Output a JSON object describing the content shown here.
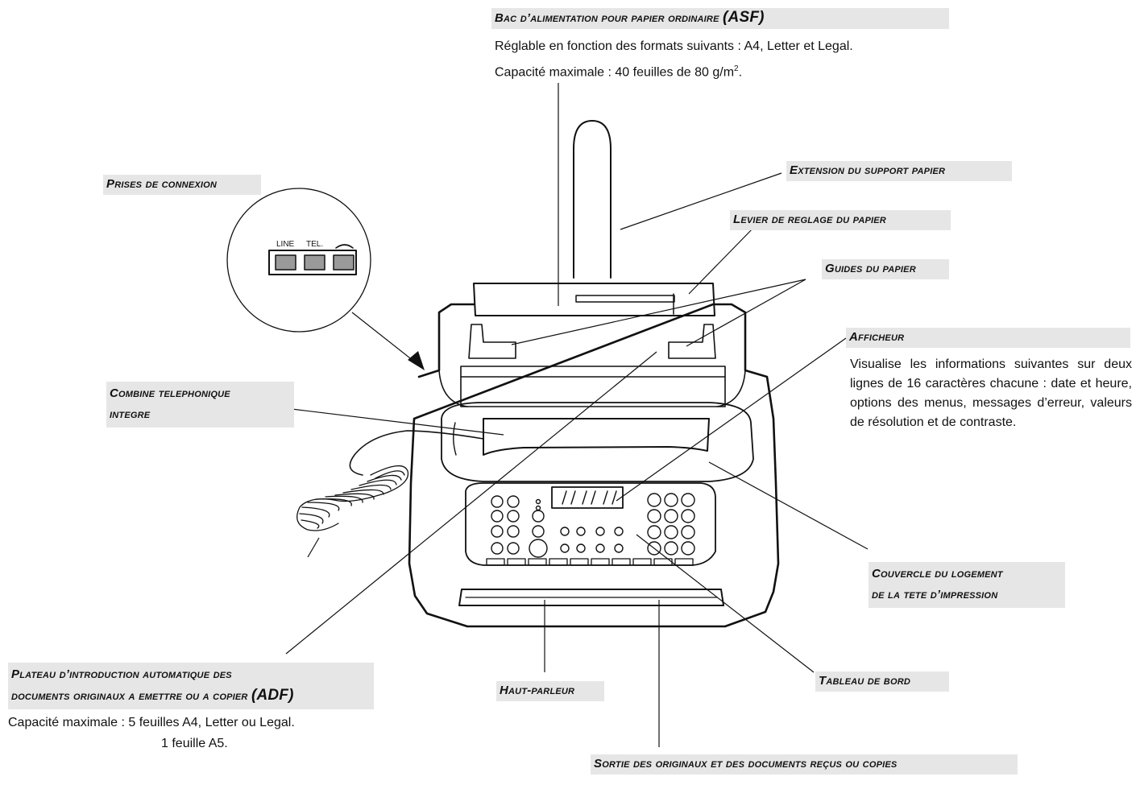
{
  "labels": {
    "asf": {
      "title": "Bac d’alimentation pour papier ordinaire",
      "tag": "(ASF)",
      "line1": "Réglable en fonction des formats suivants : A4, Letter et Legal.",
      "line2_a": "Capacité maximale : 40 feuilles de 80 g/m",
      "line2_sup": "2",
      "line2_b": "."
    },
    "extension": "Extension du support papier",
    "levier": "Levier de reglage du papier",
    "guides": "Guides du papier",
    "prises": "Prises de connexion",
    "prises_jacks": [
      "LINE",
      "TEL.",
      ""
    ],
    "afficheur": {
      "title": "Afficheur",
      "text": "Visualise les informations suivantes sur deux lignes de 16 caractères chacune : date et heure, options des menus, messages d’erreur, valeurs de résolution et de contraste."
    },
    "combine": {
      "line1": "Combine telephonique",
      "line2": "integre"
    },
    "couvercle": {
      "line1": "Couvercle du logement",
      "line2": "de la tete d’impression"
    },
    "plateau": {
      "line1": "Plateau d’introduction automatique des",
      "line2": "documents originaux a emettre ou a copier",
      "tag": "(ADF)",
      "cap1": "Capacité maximale : 5 feuilles A4, Letter ou Legal.",
      "cap2": "1 feuille A5."
    },
    "haut_parleur": "Haut-parleur",
    "tableau": "Tableau de bord",
    "sortie": "Sortie des originaux et des documents reçus ou copies"
  }
}
